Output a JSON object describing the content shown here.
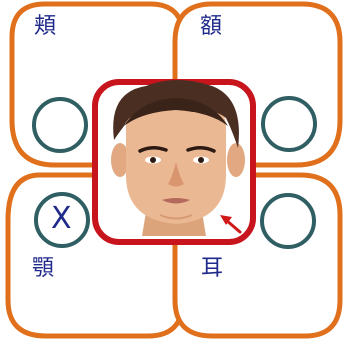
{
  "quiz": {
    "cards": [
      {
        "id": "top-left",
        "label": "頬",
        "answer_mark": ""
      },
      {
        "id": "top-right",
        "label": "額",
        "answer_mark": ""
      },
      {
        "id": "bottom-left",
        "label": "顎",
        "answer_mark": "X"
      },
      {
        "id": "bottom-right",
        "label": "耳",
        "answer_mark": ""
      }
    ]
  },
  "colors": {
    "card_border": "#e0701c",
    "face_border": "#c8141c",
    "circle_border": "#2f5e63",
    "text": "#1f2a8a",
    "pointer": "#d01818"
  },
  "icons": {
    "face": "face-illustration",
    "pointer": "red-arrow-icon"
  }
}
